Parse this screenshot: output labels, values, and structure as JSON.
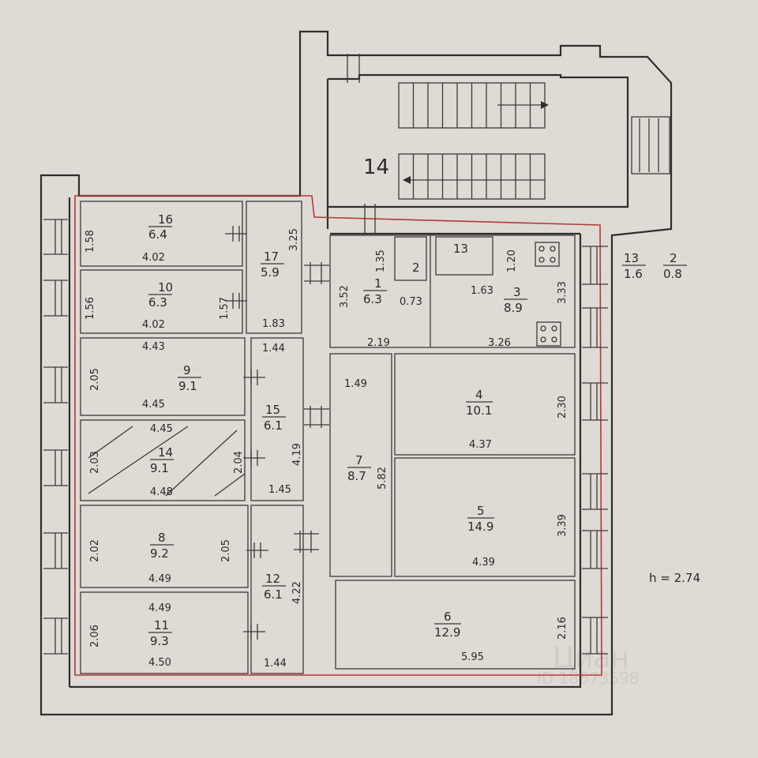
{
  "plan": {
    "stairwell_label": "14",
    "height_note": "h = 2.74",
    "legend": {
      "a_num": "13",
      "a_area": "1.6",
      "b_num": "2",
      "b_area": "0.8"
    },
    "watermark": {
      "brand": "Циан",
      "id": "ID 18673598"
    }
  },
  "rooms": [
    {
      "key": "r16",
      "num": "16",
      "area": "6.4"
    },
    {
      "key": "r10",
      "num": "10",
      "area": "6.3"
    },
    {
      "key": "r9",
      "num": "9",
      "area": "9.1"
    },
    {
      "key": "r14",
      "num": "14",
      "area": "9.1"
    },
    {
      "key": "r8",
      "num": "8",
      "area": "9.2"
    },
    {
      "key": "r11",
      "num": "11",
      "area": "9.3"
    },
    {
      "key": "r17",
      "num": "17",
      "area": "5.9"
    },
    {
      "key": "r15",
      "num": "15",
      "area": "6.1"
    },
    {
      "key": "r12",
      "num": "12",
      "area": "6.1"
    },
    {
      "key": "r1",
      "num": "1",
      "area": "6.3"
    },
    {
      "key": "r3",
      "num": "3",
      "area": "8.9"
    },
    {
      "key": "r7",
      "num": "7",
      "area": "8.7"
    },
    {
      "key": "r4",
      "num": "4",
      "area": "10.1"
    },
    {
      "key": "r5",
      "num": "5",
      "area": "14.9"
    },
    {
      "key": "r6",
      "num": "6",
      "area": "12.9"
    },
    {
      "key": "r13",
      "num": "13",
      "area": ""
    },
    {
      "key": "r2",
      "num": "2",
      "area": ""
    }
  ],
  "dims": {
    "d_1_58": "1.58",
    "d_4_02a": "4.02",
    "d_1_56": "1.56",
    "d_4_02b": "4.02",
    "d_1_57": "1.57",
    "d_4_43": "4.43",
    "d_2_05a": "2.05",
    "d_4_45a": "4.45",
    "d_4_45b": "4.45",
    "d_2_03": "2.03",
    "d_2_04": "2.04",
    "d_4_48": "4.48",
    "d_2_02": "2.02",
    "d_2_05b": "2.05",
    "d_4_49a": "4.49",
    "d_4_49b": "4.49",
    "d_2_06": "2.06",
    "d_4_50": "4.50",
    "d_3_25": "3.25",
    "d_1_83": "1.83",
    "d_1_44a": "1.44",
    "d_4_19": "4.19",
    "d_1_45": "1.45",
    "d_4_22": "4.22",
    "d_1_44b": "1.44",
    "d_3_52": "3.52",
    "d_1_35": "1.35",
    "d_0_73": "0.73",
    "d_2_19": "2.19",
    "d_1_20": "1.20",
    "d_1_63": "1.63",
    "d_3_33": "3.33",
    "d_3_26": "3.26",
    "d_1_49": "1.49",
    "d_5_82": "5.82",
    "d_2_30": "2.30",
    "d_4_37": "4.37",
    "d_3_39": "3.39",
    "d_4_39": "4.39",
    "d_2_16": "2.16",
    "d_5_95": "5.95"
  }
}
